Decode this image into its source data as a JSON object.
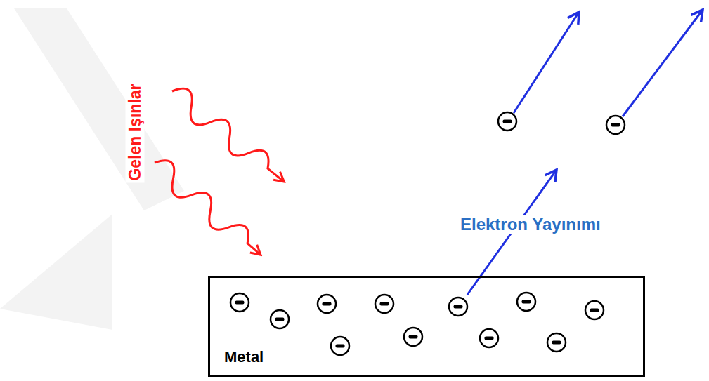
{
  "diagram": {
    "nodes": [
      {
        "text": [
          "Metal"
        ]
      }
    ],
    "labels": [
      "Gelen Işınlar",
      "Elektron Yayınımı"
    ]
  }
}
